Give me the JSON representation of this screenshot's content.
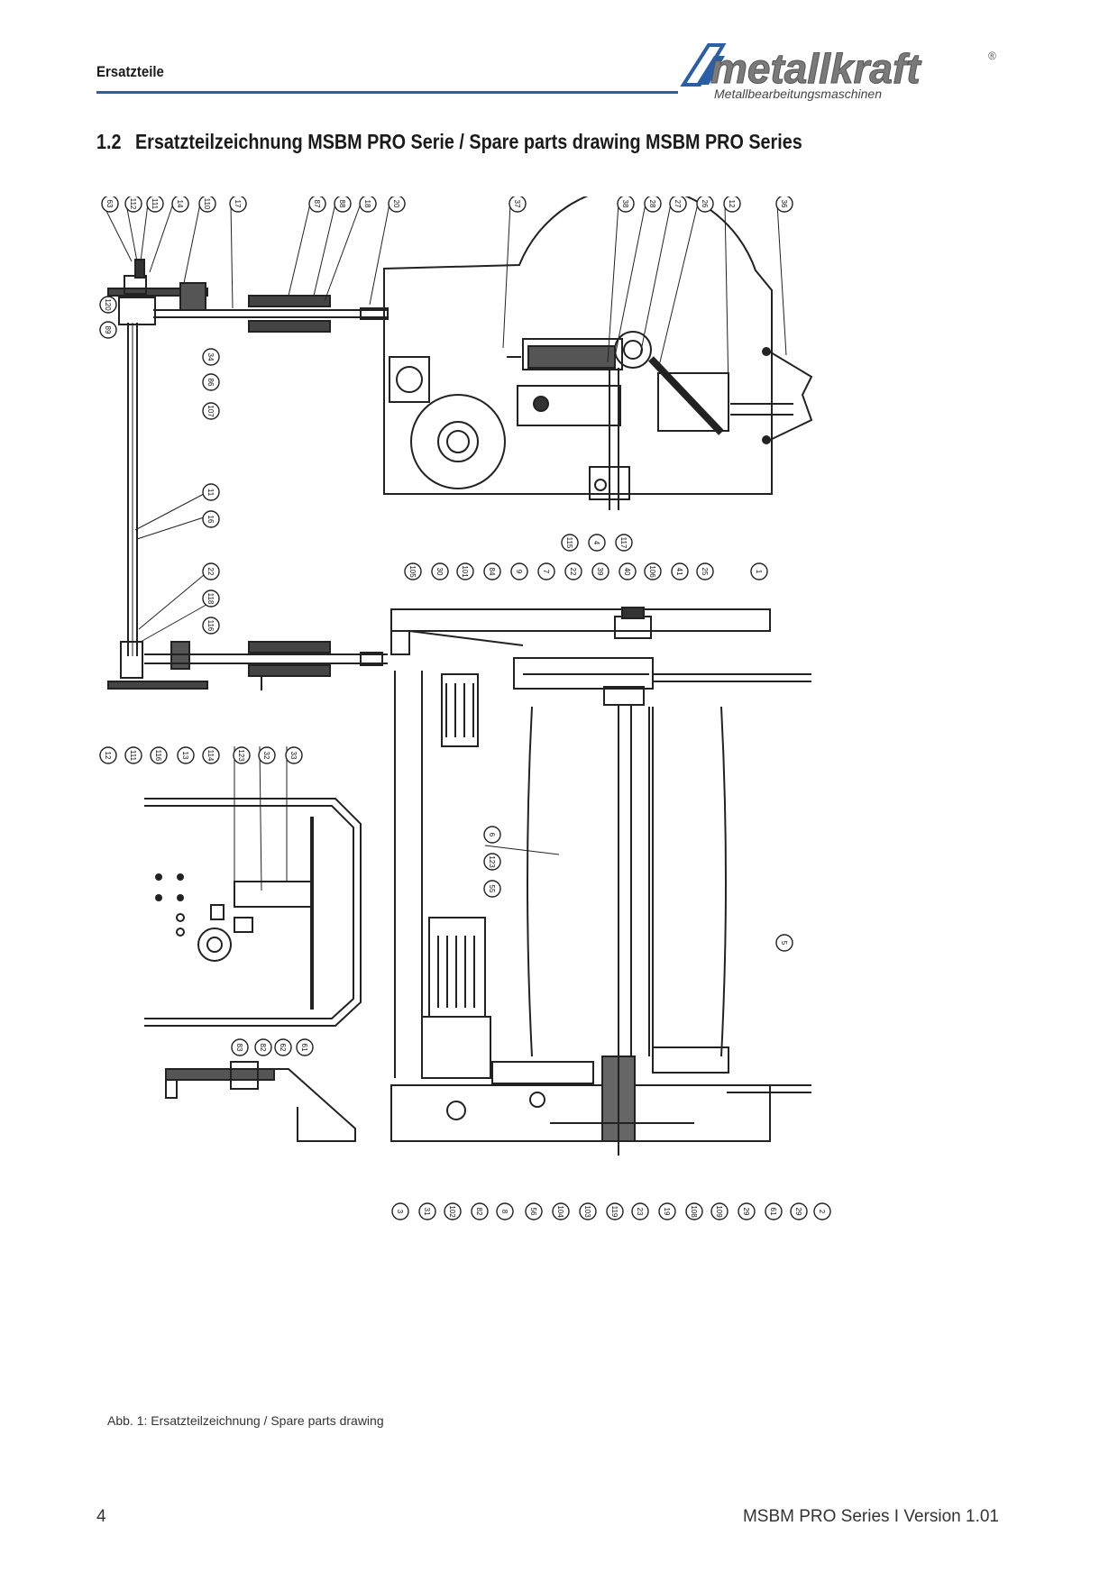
{
  "header": {
    "label": "Ersatzteile",
    "logo_text": "metallkraft",
    "logo_reg": "®",
    "logo_sub": "Metallbearbeitungsmaschinen",
    "accent_color": "#2a5ea8"
  },
  "section": {
    "number": "1.2",
    "title": "Ersatzteilzeichnung MSBM PRO Serie / Spare parts drawing MSBM PRO Series"
  },
  "drawing": {
    "callouts_top": [
      "63",
      "112",
      "111",
      "14",
      "110",
      "17",
      "87",
      "88",
      "18",
      "20",
      "37",
      "38",
      "28",
      "27",
      "26",
      "12",
      "36"
    ],
    "callouts_left": [
      "120",
      "89",
      "34",
      "86",
      "107"
    ],
    "callouts_top_mid": [
      "115",
      "4",
      "117"
    ],
    "callouts_shaft": [
      "11",
      "16"
    ],
    "callouts_left_low": [
      "22",
      "118",
      "116"
    ],
    "callouts_left_bottom": [
      "12",
      "111",
      "116",
      "13",
      "114"
    ],
    "callouts_middle_top": [
      "105",
      "30",
      "101",
      "84",
      "9",
      "7",
      "22",
      "39",
      "40",
      "106",
      "41",
      "25",
      "1"
    ],
    "callouts_inset": [
      "123",
      "32",
      "33"
    ],
    "callouts_detail": [
      "83",
      "82",
      "62",
      "61"
    ],
    "callouts_center": [
      "6",
      "123",
      "55",
      "5"
    ],
    "callouts_bottom": [
      "3",
      "31",
      "102",
      "82",
      "8",
      "56",
      "104",
      "103",
      "119",
      "23",
      "19",
      "108",
      "109",
      "29",
      "61",
      "29",
      "2"
    ]
  },
  "caption": "Abb. 1: Ersatzteilzeichnung / Spare parts drawing",
  "footer": {
    "page": "4",
    "document": "MSBM PRO Series I Version 1.01"
  }
}
